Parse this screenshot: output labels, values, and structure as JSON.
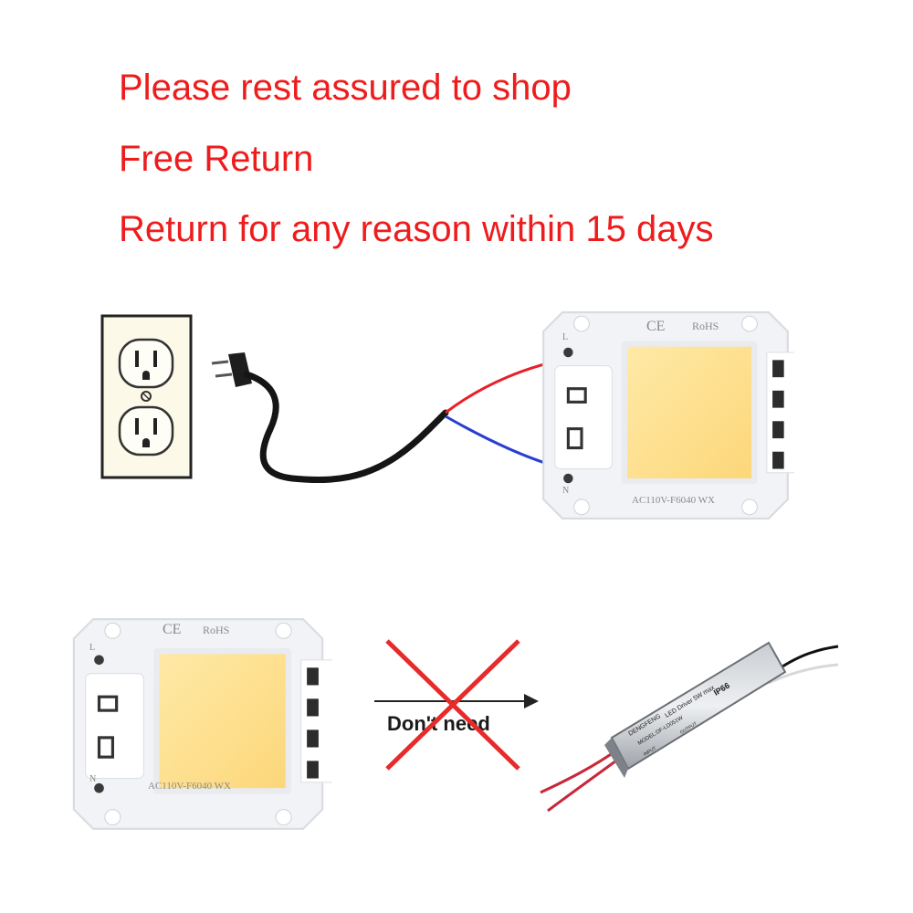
{
  "headlines": [
    "Please rest assured to shop",
    "Free Return",
    "Return for any reason within 15 days"
  ],
  "chip": {
    "ce_mark": "CE",
    "rohs_mark": "RoHS",
    "model_label": "AC110V-F6040  WX",
    "terminal_live": "L",
    "terminal_neutral": "N"
  },
  "driver_panel": {
    "caption": "Don't need",
    "brand": "DENGFENG",
    "title": "LED Driver 5W max",
    "rating": "IP66",
    "model": "MODEL:DF-LD051W",
    "input_tag": "INPUT",
    "output_tag": "OUTPUT"
  },
  "colors": {
    "headline": "#ee1c1c",
    "live_wire": "#e8202a",
    "neutral_wire": "#2a3fd0",
    "chip_phosphor": "#fde08a",
    "cross": "#e82a2a"
  },
  "icons": {
    "outlet": "wall-outlet-icon",
    "plug": "power-plug-icon",
    "cross": "cross-out-icon"
  }
}
